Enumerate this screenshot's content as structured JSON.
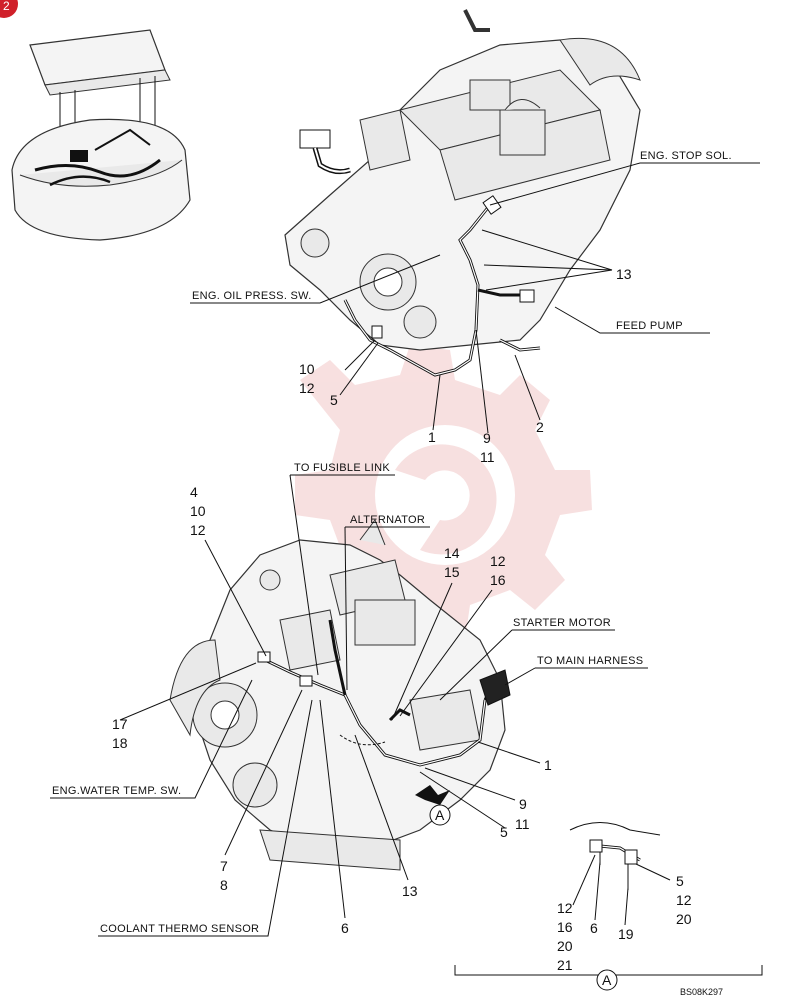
{
  "badge": "2",
  "labels": {
    "eng_stop_sol": "ENG. STOP SOL.",
    "eng_oil_press_sw": "ENG. OIL PRESS. SW.",
    "feed_pump": "FEED PUMP",
    "to_fusible_link": "TO FUSIBLE LINK",
    "alternator": "ALTERNATOR",
    "starter_motor": "STARTER MOTOR",
    "to_main_harness": "TO MAIN HARNESS",
    "eng_water_temp_sw": "ENG.WATER TEMP. SW.",
    "coolant_thermo_sensor": "COOLANT THERMO SENSOR"
  },
  "callouts": {
    "c13_top": "13",
    "c10_top": "10",
    "c12_top": "12",
    "c5_top": "5",
    "c1_top": "1",
    "c9_top": "9",
    "c11_top": "11",
    "c2_top": "2",
    "c4_mid": "4",
    "c10_mid": "10",
    "c12_mid": "12",
    "c14_mid": "14",
    "c15_mid": "15",
    "c12_mid2": "12",
    "c16_mid2": "16",
    "c17": "17",
    "c18": "18",
    "c1_bot": "1",
    "c9_bot": "9",
    "c11_bot": "11",
    "c5_bot": "5",
    "c7": "7",
    "c8": "8",
    "c13_bot": "13",
    "c6_bot": "6",
    "det_5": "5",
    "det_12a": "12",
    "det_20a": "20",
    "det_12b": "12",
    "det_16": "16",
    "det_20b": "20",
    "det_21": "21",
    "det_6": "6",
    "det_19": "19"
  },
  "view_marker": "A",
  "drawing_code": "BS08K297",
  "colors": {
    "badge": "#d0202a",
    "watermark": "#f2c7c7",
    "ink": "#111111"
  }
}
